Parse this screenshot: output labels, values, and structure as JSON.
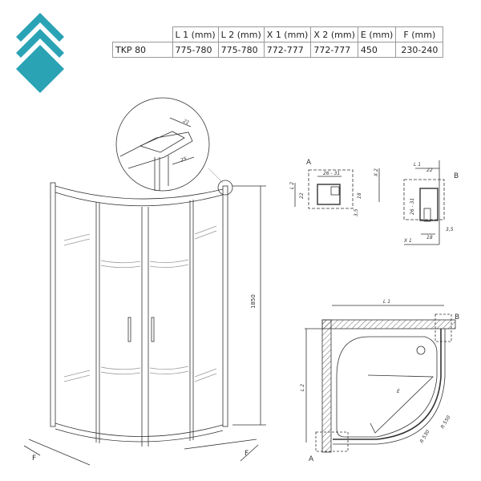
{
  "brand": {
    "accent": "#2aa3b5"
  },
  "table": {
    "headers": [
      "L 1  (mm)",
      "L 2  (mm)",
      "X 1  (mm)",
      "X 2  (mm)",
      "E (mm)",
      "F (mm)"
    ],
    "rows": [
      {
        "model": "TKP 80",
        "values": [
          "775-780",
          "775-780",
          "772-777",
          "772-777",
          "450",
          "230-240"
        ]
      }
    ]
  },
  "perspective": {
    "height_label": "1850",
    "f_label_left": "F",
    "f_label_right": "F",
    "detail_21": "21",
    "detail_25": "25"
  },
  "detail_a": {
    "label": "A",
    "w": "26 - 31",
    "l2": "L 2",
    "h22": "22",
    "h18": "18",
    "x2": "X 2",
    "d35": "3,5"
  },
  "detail_b": {
    "label": "B",
    "l1": "L 1",
    "w22": "22",
    "h": "26 - 31",
    "d35": "3,5",
    "w18": "18",
    "x1": "X 1"
  },
  "plan": {
    "l1": "L 1",
    "l2": "L 2",
    "e": "E",
    "r1": "R 550",
    "r2": "R 530",
    "label_a": "A",
    "label_b": "B"
  }
}
